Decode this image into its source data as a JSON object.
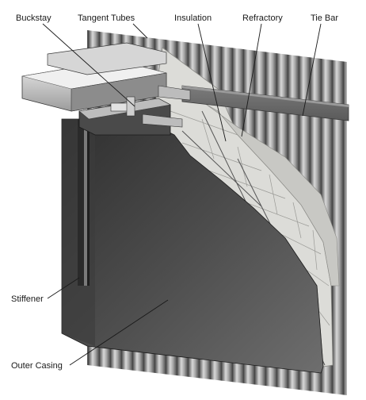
{
  "labels": {
    "buckstay": "Buckstay",
    "tangent_tubes": "Tangent Tubes",
    "insulation": "Insulation",
    "refractory": "Refractory",
    "tie_bar": "Tie Bar",
    "stiffener": "Stiffener",
    "outer_casing": "Outer Casing"
  },
  "colors": {
    "tube_light": "#c9c9c9",
    "tube_mid": "#9a9a9a",
    "tube_dark": "#4a4a4a",
    "casing_dark": "#3a3a3a",
    "casing_mid": "#5c5c5c",
    "brick": "#d9d9d6",
    "brick_shadow": "#a9a9a5",
    "steel_light": "#e6e6e6",
    "steel_dark": "#6a6a6a"
  }
}
